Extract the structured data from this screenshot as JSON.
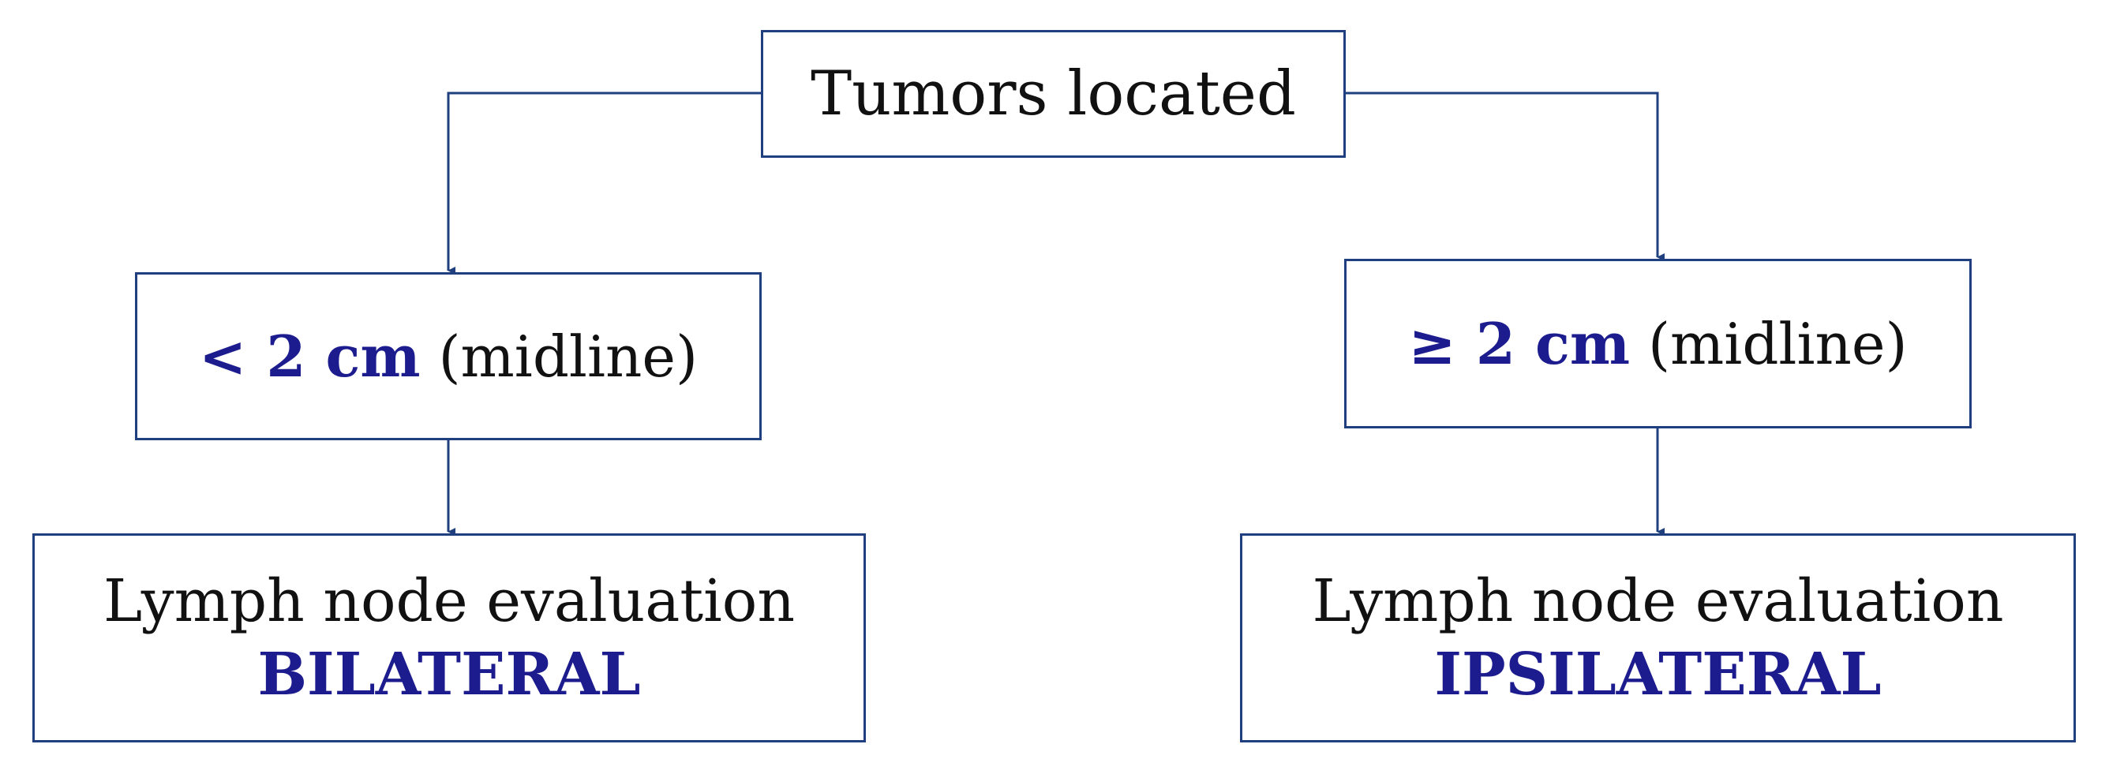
{
  "colors": {
    "accent": "#1c1c8f",
    "border": "#1f3f7f",
    "text": "#111111"
  },
  "root": {
    "label": "Tumors located"
  },
  "left_branch": {
    "condition_emphasis": "< 2 cm",
    "condition_rest": "(midline)",
    "result_line1": "Lymph node evaluation",
    "result_line2": "BILATERAL"
  },
  "right_branch": {
    "condition_emphasis": "≥ 2 cm",
    "condition_rest": "(midline)",
    "result_line1": "Lymph node evaluation",
    "result_line2": "IPSILATERAL"
  }
}
